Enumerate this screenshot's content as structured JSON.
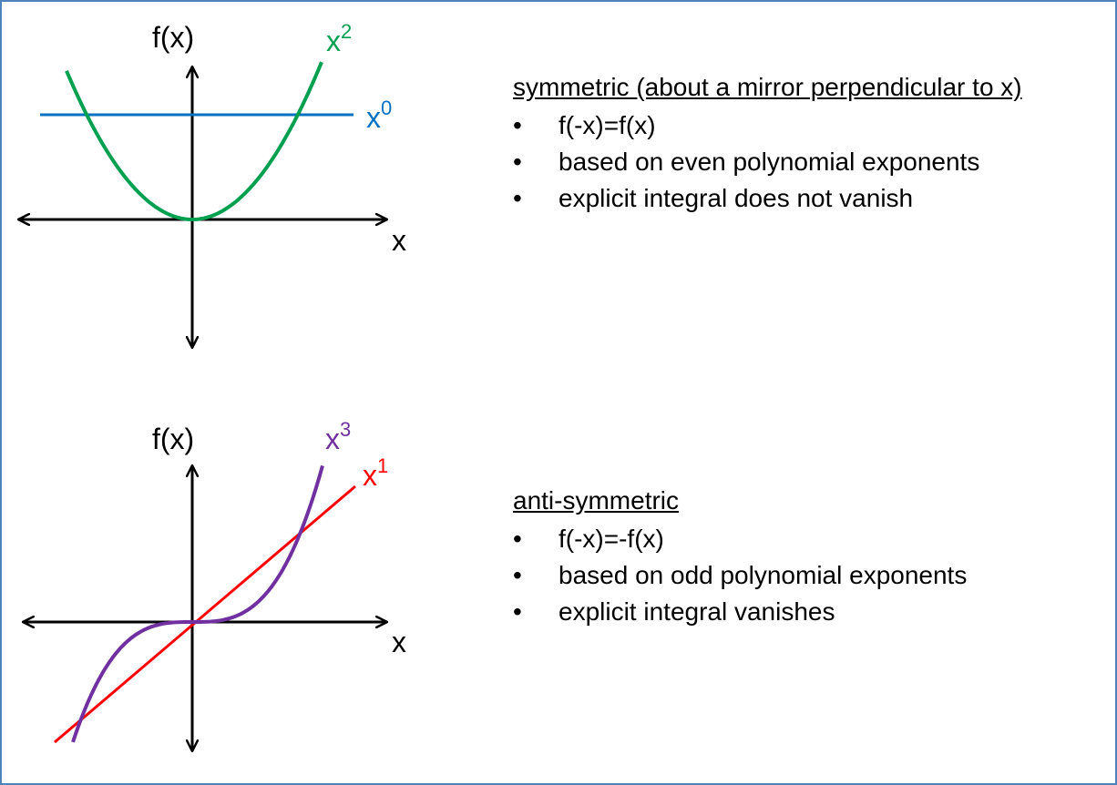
{
  "colors": {
    "frame_border": "#4f81bd",
    "x0": "#0070c0",
    "x1": "#ff0000",
    "x2": "#00a050",
    "x3": "#7030a0",
    "axis": "#000000"
  },
  "top_panel": {
    "axis_y_label": "f(x)",
    "axis_x_label": "x",
    "curve_x2": {
      "base": "x",
      "exp": "2"
    },
    "curve_x0": {
      "base": "x",
      "exp": "0"
    },
    "heading": "symmetric (about a mirror perpendicular to x)",
    "bullets": [
      "f(-x)=f(x)",
      "based on even polynomial exponents",
      "explicit integral does not vanish"
    ]
  },
  "bottom_panel": {
    "axis_y_label": "f(x)",
    "axis_x_label": "x",
    "curve_x3": {
      "base": "x",
      "exp": "3"
    },
    "curve_x1": {
      "base": "x",
      "exp": "1"
    },
    "heading": "anti-symmetric",
    "bullets": [
      "f(-x)=-f(x)",
      "based on odd polynomial exponents",
      "explicit integral vanishes"
    ]
  },
  "bullet_glyph": "•"
}
